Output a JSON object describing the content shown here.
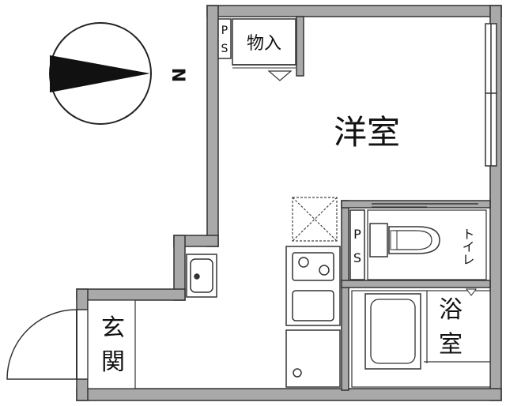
{
  "colors": {
    "wall": "#a9a9a9",
    "wall_edge": "#333333",
    "fixture": "#555555",
    "background": "#ffffff"
  },
  "compass": {
    "direction_label": "N",
    "icon": "compass-arrow-icon"
  },
  "rooms": {
    "western_room": "洋室",
    "storage": "物入",
    "entrance": "玄",
    "entrance_2": "関",
    "bathroom": "浴",
    "bathroom_2": "室",
    "toilet": "トイレ"
  },
  "pipe_space": {
    "top": "P",
    "top_2": "S",
    "middle": "P",
    "middle_2": "S"
  }
}
